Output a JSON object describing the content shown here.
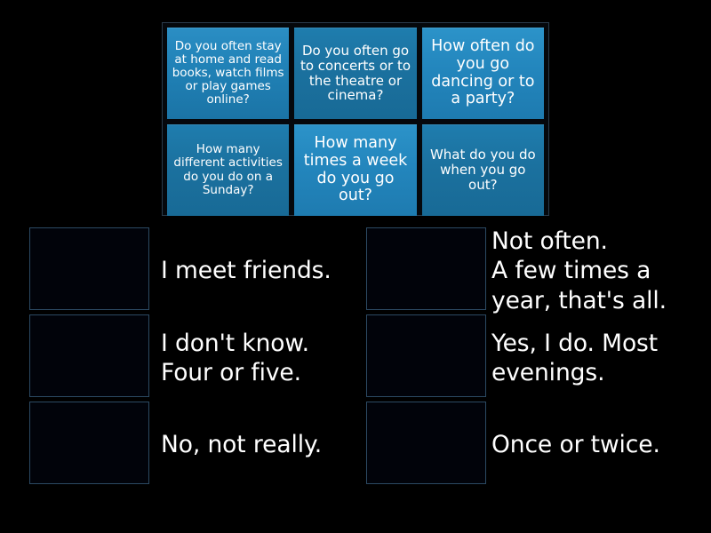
{
  "activity": {
    "type": "match-up",
    "background_color": "#000000",
    "tile_color": "#1d79ad",
    "drop_zone_border_color": "#2c4a63",
    "text_color": "#ffffff"
  },
  "tile_tray": {
    "name": "question-tiles",
    "rows": [
      [
        {
          "text": "Do you often stay at home and read books, watch films or play games online?",
          "size": "size-s",
          "shade": "shade-a"
        },
        {
          "text": "Do you often go to concerts or to the theatre or cinema?",
          "size": "size-m",
          "shade": "shade-b"
        },
        {
          "text": "How often do you go dancing or to a party?",
          "size": "size-l",
          "shade": "shade-c"
        }
      ],
      [
        {
          "text": "How many different activities do you do on a Sunday?",
          "size": "size-s",
          "shade": "shade-b"
        },
        {
          "text": "How many times a week do you go out?",
          "size": "size-l",
          "shade": "shade-c"
        },
        {
          "text": "What do you do when you go out?",
          "size": "size-m",
          "shade": "shade-b"
        }
      ]
    ]
  },
  "answers": {
    "name": "answer-list",
    "rows": [
      {
        "left": {
          "text": "I meet friends."
        },
        "right": {
          "text": "Not often.\nA few times a\nyear, that's all."
        }
      },
      {
        "left": {
          "text": "I don't know.\nFour or five."
        },
        "right": {
          "text": "Yes, I do. Most\nevenings."
        }
      },
      {
        "left": {
          "text": "No, not really."
        },
        "right": {
          "text": "Once or twice."
        }
      }
    ]
  }
}
